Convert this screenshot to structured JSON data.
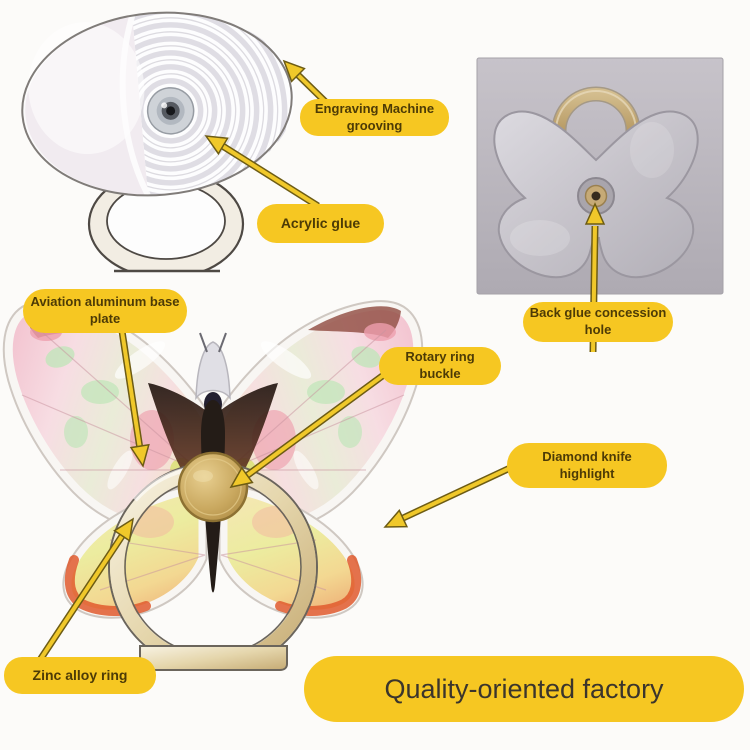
{
  "colors": {
    "accent_yellow": "#f6c722",
    "label_text": "#4d3b06",
    "banner_text": "#3b352c",
    "arrow_fill": "#f0c82a",
    "arrow_outline": "#6d5c14",
    "photo_background": "#b8b3ba",
    "gold": "#c2a35c",
    "silver": "#c8c5cc"
  },
  "callouts": {
    "engraving": {
      "text": "Engraving Machine grooving"
    },
    "acrylic": {
      "text": "Acrylic glue"
    },
    "aviation": {
      "text": "Aviation aluminum base plate"
    },
    "rotary": {
      "text": "Rotary ring buckle"
    },
    "back_glue": {
      "text": "Back glue concession hole"
    },
    "diamond": {
      "text": "Diamond knife highlight"
    },
    "zinc": {
      "text": "Zinc alloy ring"
    }
  },
  "banner": {
    "text": "Quality-oriented factory"
  }
}
